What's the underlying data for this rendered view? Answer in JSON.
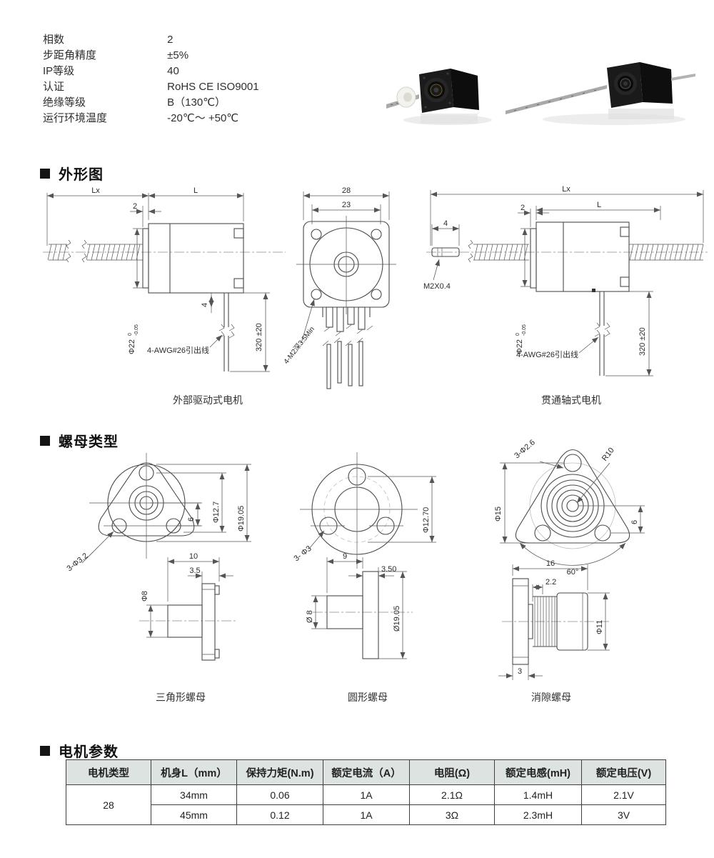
{
  "specs": [
    {
      "label": "相数",
      "value": "2"
    },
    {
      "label": "步距角精度",
      "value": "±5%"
    },
    {
      "label": "IP等级",
      "value": "40"
    },
    {
      "label": "认证",
      "value": "RoHS CE ISO9001"
    },
    {
      "label": "绝缘等级",
      "value": "B（130℃）"
    },
    {
      "label": "运行环境温度",
      "value": "-20℃～ +50℃"
    }
  ],
  "sections": {
    "outline": "外形图",
    "nut": "螺母类型",
    "params": "电机参数"
  },
  "outline": {
    "left": {
      "lx": "Lx",
      "l": "L",
      "two": "2",
      "dia": "Φ22",
      "tol_top": "0",
      "tol_bot": "-0.05",
      "four": "4",
      "wire_label": "4-AWG#26引出线",
      "length": "320 ±20",
      "caption": "外部驱动式电机"
    },
    "front": {
      "w": "28",
      "holes": "23",
      "tap": "4-M2深3.5Min"
    },
    "right": {
      "lx": "Lx",
      "l": "L",
      "two": "2",
      "four": "4",
      "thread": "M2X0.4",
      "dia": "Φ22",
      "tol_top": "0",
      "tol_bot": "-0.05",
      "wire_label": "4-AWG#26引出线",
      "length": "320 ±20",
      "caption": "贯通轴式电机"
    }
  },
  "nuts": {
    "triangle": {
      "holes": "3-Φ3.2",
      "six": "6",
      "d1": "Φ12.7",
      "d2": "Φ19.05",
      "len": "10",
      "t": "3.5",
      "shaft": "Φ8",
      "caption": "三角形螺母"
    },
    "round": {
      "holes": "3- Φ3",
      "d1": "Φ12.70",
      "len": "9",
      "t": "3.50",
      "shaft": "Ø 8",
      "d2": "Ø19.05",
      "caption": "圆形螺母"
    },
    "backlash": {
      "holes": "3-Φ2.6",
      "r": "R10",
      "d1": "Φ15",
      "six": "6",
      "angle": "60°",
      "len": "16",
      "t": "2.2",
      "d2": "Φ11",
      "three": "3",
      "caption": "消隙螺母"
    }
  },
  "table": {
    "headers": [
      "电机类型",
      "机身L（mm）",
      "保持力矩(N.m)",
      "额定电流（A）",
      "电阻(Ω)",
      "额定电感(mH)",
      "额定电压(V)"
    ],
    "motor_type": "28",
    "rows": [
      [
        "34mm",
        "0.06",
        "1A",
        "2.1Ω",
        "1.4mH",
        "2.1V"
      ],
      [
        "45mm",
        "0.12",
        "1A",
        "3Ω",
        "2.3mH",
        "3V"
      ]
    ]
  },
  "colors": {
    "table_header_bg": "#dce3e0",
    "drawing_line": "#4a4a4a"
  }
}
